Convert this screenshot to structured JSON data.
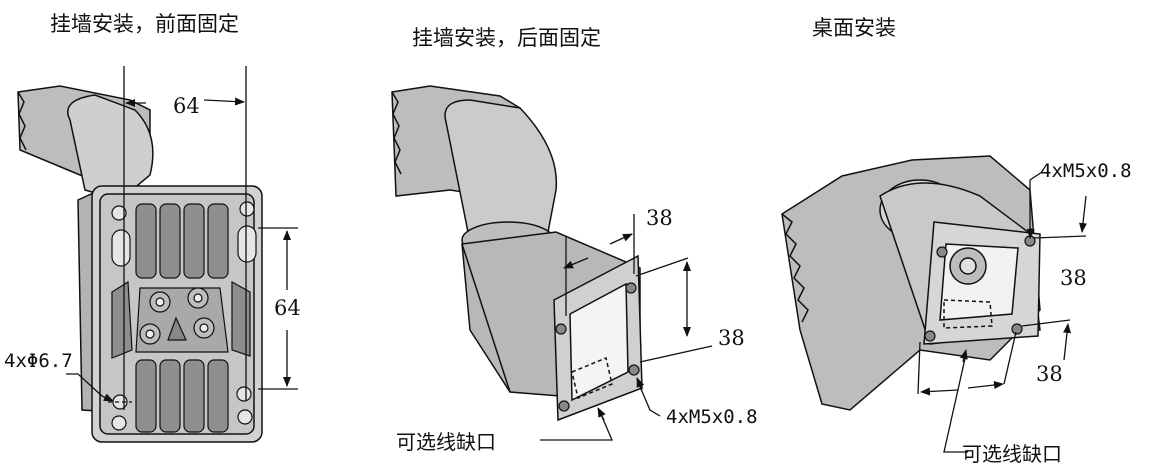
{
  "panels": [
    {
      "title": "挂墙安装，前面固定",
      "dimensions": {
        "horizontal": "64",
        "vertical": "64"
      },
      "hole_label": "4xΦ6.7"
    },
    {
      "title": "挂墙安装，后面固定",
      "dimensions": {
        "a": "38",
        "b": "38"
      },
      "thread_label": "4xM5x0.8",
      "notch_label": "可选线缺口"
    },
    {
      "title": "桌面安装",
      "dimensions": {
        "a": "38",
        "b": "38"
      },
      "thread_label": "4xM5x0.8",
      "notch_label": "可选线缺口"
    }
  ],
  "colors": {
    "body": "#c8c8c8",
    "body_dark": "#9a9a9a",
    "line": "#111111",
    "background": "#ffffff"
  }
}
